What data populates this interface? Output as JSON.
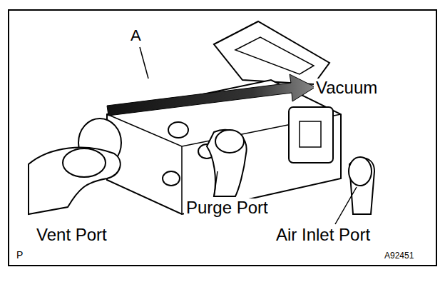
{
  "diagram": {
    "labels": [
      "A",
      "Vacuum",
      "Purge Port",
      "Vent Port",
      "Air Inlet Port",
      "P",
      "A92451"
    ]
  }
}
